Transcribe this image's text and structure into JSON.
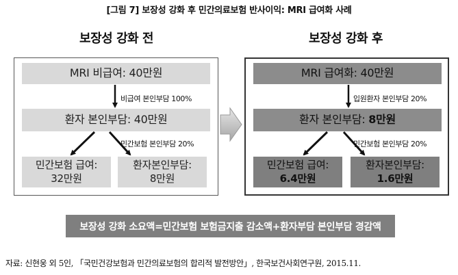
{
  "title": "[그림 7] 보장성 강화 후 민간의료보험 반사이익: MRI 급여화 사례",
  "before": {
    "heading": "보장성 강화 전",
    "top": {
      "label": "MRI 비급여:",
      "value": "40만원"
    },
    "note1": "비급여 본인부담 100%",
    "middle": {
      "label": "환자 본인부담:",
      "value": "40만원"
    },
    "note2": "민간보험 본인부담 20%",
    "left": {
      "label": "민간보험 급여:",
      "value": "32만원"
    },
    "right": {
      "label": "환자본인부담:",
      "value": "8만원"
    }
  },
  "after": {
    "heading": "보장성 강화 후",
    "top": {
      "label": "MRI 급여화:",
      "value": "40만원"
    },
    "note1": "입원환자 본인부담 20%",
    "middle": {
      "label": "환자 본인부담:",
      "value": "8만원"
    },
    "note2": "민간보험 본인부담 20%",
    "left": {
      "label": "민간보험 급여:",
      "value": "6.4만원"
    },
    "right": {
      "label": "환자본인부담:",
      "value": "1.6만원"
    }
  },
  "summary": "보장성 강화 소요액=민간보험 보험금지출 감소액+환자부담 본인부담 경감액",
  "source": "자료: 신현웅 외 5인, 「국민건강보험과 민간의료보험의 합리적 발전방안」, 한국보건사회연구원, 2015.11.",
  "colors": {
    "light_box": "#d9d9d9",
    "dark_box": "#8c8c8c",
    "summary_bg": "#7f7f7f"
  }
}
